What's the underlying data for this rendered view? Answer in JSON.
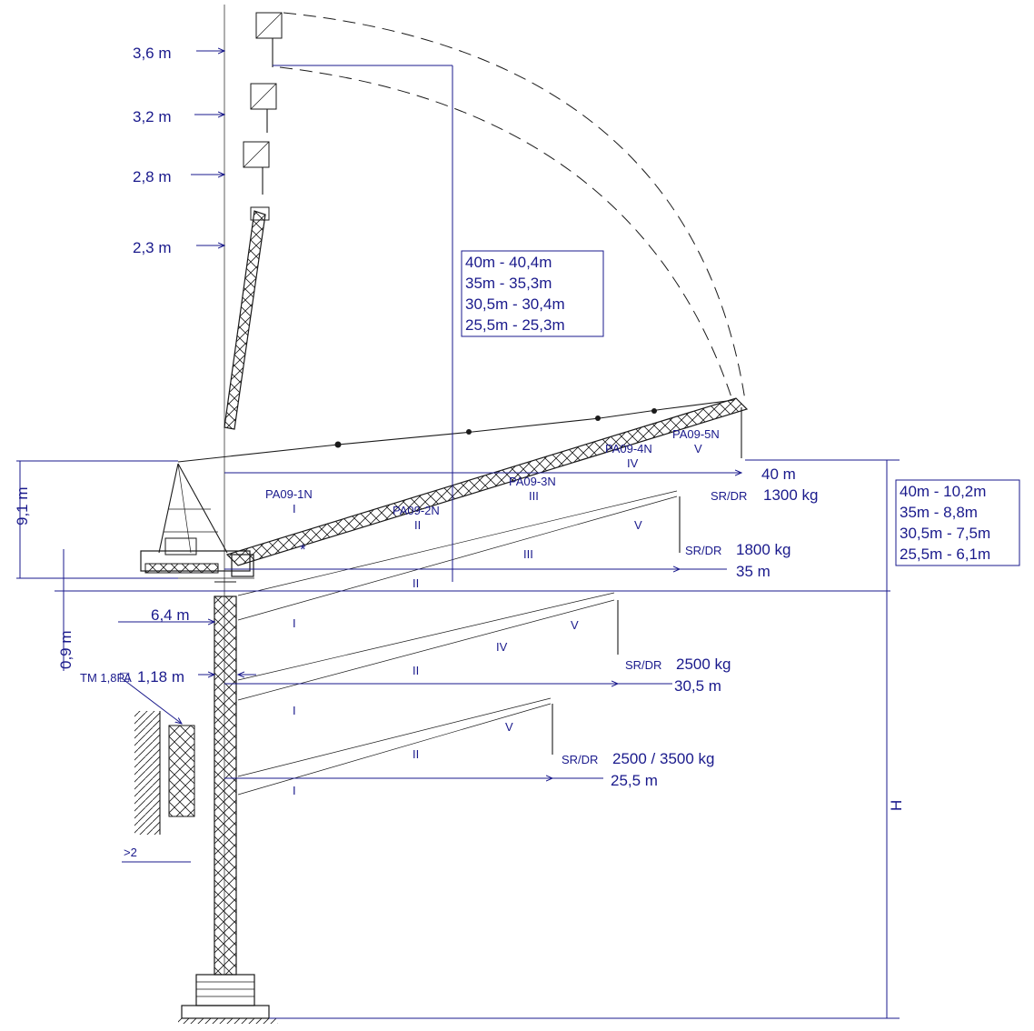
{
  "jib_lengths": {
    "l40": "40 m",
    "l35": "35 m",
    "l30": "30,5  m",
    "l25": "25,5  m"
  },
  "loads": {
    "l40": "1300 kg",
    "l35": "1800 kg",
    "l30": "2500 kg",
    "l25": "2500 / 3500 kg",
    "prefix": "SR/DR"
  },
  "folded_offsets": [
    "3,6  m",
    "3,2  m",
    "2,8  m",
    "2,3  m"
  ],
  "height_table_top": [
    "40m    -  40,4m",
    "35m    -  35,3m",
    "30,5m -  30,4m",
    "25,5m -  25,3m"
  ],
  "height_table_right": [
    "40m    -  10,2m",
    "35m    -  8,8m",
    "30,5m -  7,5m",
    "25,5m -  6,1m"
  ],
  "sections": {
    "pa1": "PA09-1N",
    "pa2": "PA09-2N",
    "pa3": "PA09-3N",
    "pa4": "PA09-4N",
    "pa5": "PA09-5N",
    "r1": "I",
    "r2": "II",
    "r3": "III",
    "r4": "IV",
    "r5": "V"
  },
  "dims": {
    "head": "9,1  m",
    "gap": "0,9  m",
    "counter": "6,4  m",
    "mast": "1,18  m",
    "mast_symbol": "□",
    "height": "H",
    "tie": "TM 1,8PA",
    "wall": ">2",
    "star": "*"
  }
}
